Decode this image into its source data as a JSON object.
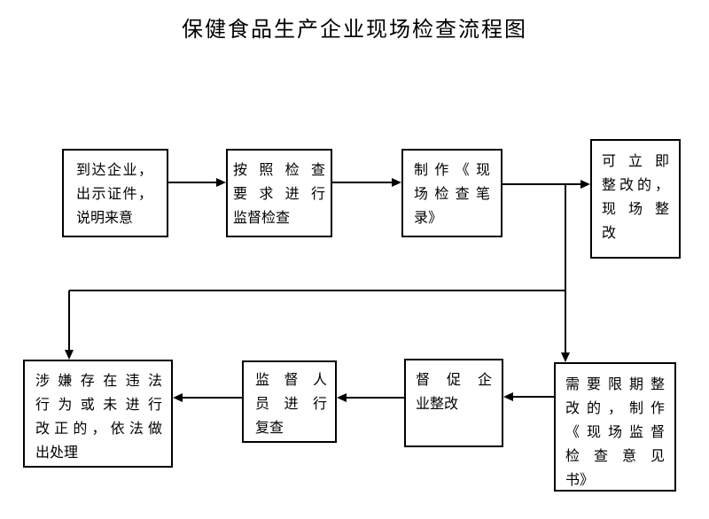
{
  "title": "保健食品生产企业现场检查流程图",
  "colors": {
    "line": "#000000",
    "background": "#ffffff",
    "text": "#000000"
  },
  "boxes": {
    "arrive": {
      "lines": [
        "到达企业，",
        "出示证件，",
        "说明来意"
      ]
    },
    "inspect": {
      "lines": [
        "按照检查",
        "要求进行",
        "监督检查"
      ]
    },
    "record": {
      "lines": [
        "制作《现",
        "场检查笔",
        "录》"
      ]
    },
    "immediate": {
      "lines": [
        "可立即",
        "整改的，",
        "现场整",
        "改"
      ]
    },
    "punish": {
      "lines": [
        "涉嫌存在违法",
        "行为或未进行",
        "改正的，依法做",
        "出处理"
      ]
    },
    "recheck": {
      "lines": [
        "监督人",
        "员进行",
        "复查"
      ]
    },
    "urge": {
      "lines": [
        "督促企",
        "业整改"
      ]
    },
    "deadline": {
      "lines": [
        "需要限期整",
        "改的，制作",
        "《现场监督",
        "检查意见",
        "书》"
      ]
    }
  }
}
